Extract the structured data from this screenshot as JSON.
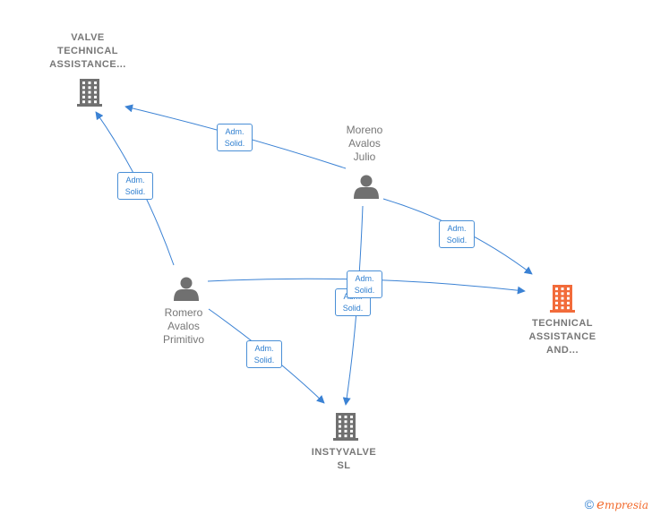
{
  "nodes": [
    {
      "id": "valve",
      "type": "company",
      "label_lines": [
        "VALVE",
        "TECHNICAL",
        "ASSISTANCE..."
      ],
      "color": "#707070"
    },
    {
      "id": "technical",
      "type": "company",
      "label_lines": [
        "TECHNICAL",
        "ASSISTANCE",
        "AND..."
      ],
      "color": "#f26b3a"
    },
    {
      "id": "instyvalve",
      "type": "company",
      "label_lines": [
        "INSTYVALVE",
        "SL"
      ],
      "color": "#707070"
    },
    {
      "id": "moreno",
      "type": "person",
      "label_lines": [
        "Moreno",
        "Avalos",
        "Julio"
      ],
      "color": "#707070"
    },
    {
      "id": "romero",
      "type": "person",
      "label_lines": [
        "Romero",
        "Avalos",
        "Primitivo"
      ],
      "color": "#707070"
    }
  ],
  "edges": [
    {
      "from": "moreno",
      "to": "valve",
      "label_lines": [
        "Adm.",
        "Solid."
      ]
    },
    {
      "from": "romero",
      "to": "valve",
      "label_lines": [
        "Adm.",
        "Solid."
      ]
    },
    {
      "from": "moreno",
      "to": "technical",
      "label_lines": [
        "Adm.",
        "Solid."
      ]
    },
    {
      "from": "romero",
      "to": "technical",
      "label_lines": [
        "Adm.",
        "Solid."
      ]
    },
    {
      "from": "moreno",
      "to": "instyvalve",
      "label_lines": [
        "Adm.",
        "Solid."
      ]
    },
    {
      "from": "romero",
      "to": "instyvalve",
      "label_lines": [
        "Adm.",
        "Solid."
      ]
    }
  ],
  "colors": {
    "edge": "#3b82d4",
    "person": "#707070",
    "company": "#707070",
    "highlight": "#f26b3a"
  },
  "footer": {
    "copyright_symbol": "©",
    "brand_initial": "e",
    "brand_rest": "mpresia"
  }
}
